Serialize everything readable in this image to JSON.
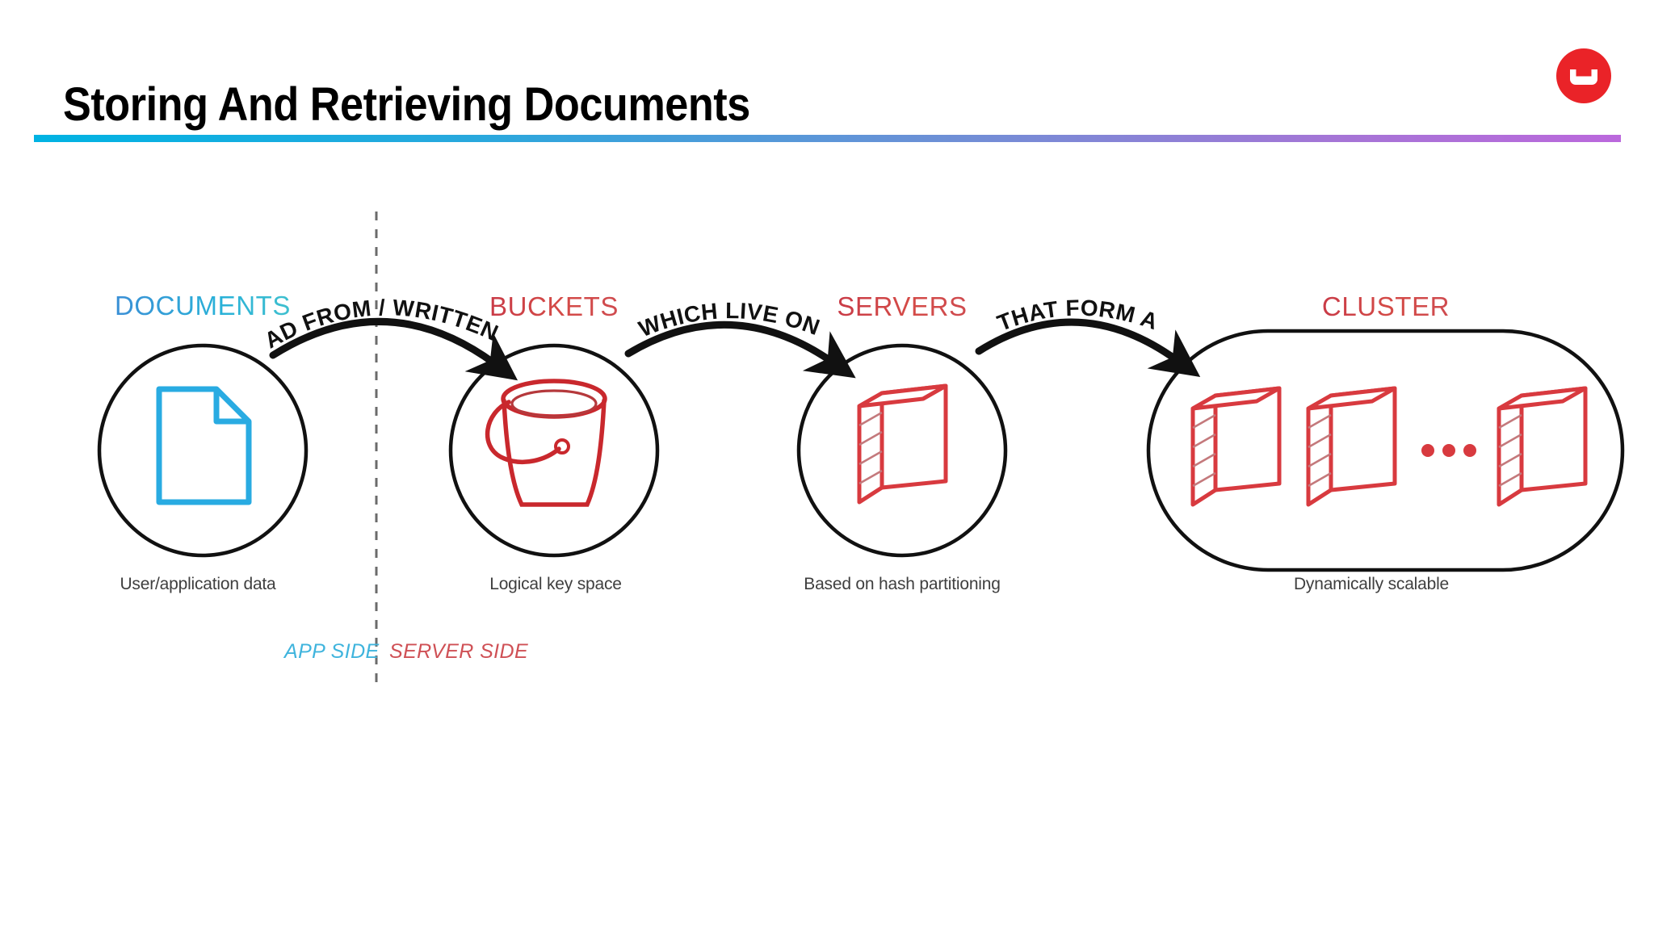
{
  "slide": {
    "title": "Storing And Retrieving Documents",
    "logo_name": "couchbase-logo",
    "accent_start": "#00b3e3",
    "accent_end": "#bb68dc"
  },
  "diagram": {
    "type": "flow",
    "stages": [
      {
        "id": "documents",
        "label": "DOCUMENTS",
        "label_color": "#29a8dd",
        "caption": "User/application data",
        "icon": "document-page-icon",
        "icon_color": "#29ABE2",
        "shape": "circle"
      },
      {
        "id": "buckets",
        "label": "BUCKETS",
        "label_color": "#cf4045",
        "caption": "Logical key space",
        "icon": "bucket-icon",
        "icon_color": "#c9282d",
        "shape": "circle"
      },
      {
        "id": "servers",
        "label": "SERVERS",
        "label_color": "#cf4045",
        "caption": "Based on hash partitioning",
        "icon": "server-tower-icon",
        "icon_color": "#d83a3f",
        "shape": "circle"
      },
      {
        "id": "cluster",
        "label": "CLUSTER",
        "label_color": "#cf4045",
        "caption": "Dynamically scalable",
        "icon": "server-group-icon",
        "icon_color": "#d83a3f",
        "shape": "stadium",
        "server_count": 3,
        "ellipsis": "•••"
      }
    ],
    "connectors": [
      {
        "id": "documents-to-buckets",
        "label": "READ FROM / WRITTEN TO"
      },
      {
        "id": "buckets-to-servers",
        "label": "WHICH LIVE ON"
      },
      {
        "id": "servers-to-cluster",
        "label": "THAT FORM A"
      }
    ],
    "divider": {
      "name": "app-server-divider",
      "style": "dashed",
      "left_label": "APP SIDE",
      "left_color": "#3fb4dd",
      "right_label": "SERVER SIDE",
      "right_color": "#cf5055"
    }
  }
}
